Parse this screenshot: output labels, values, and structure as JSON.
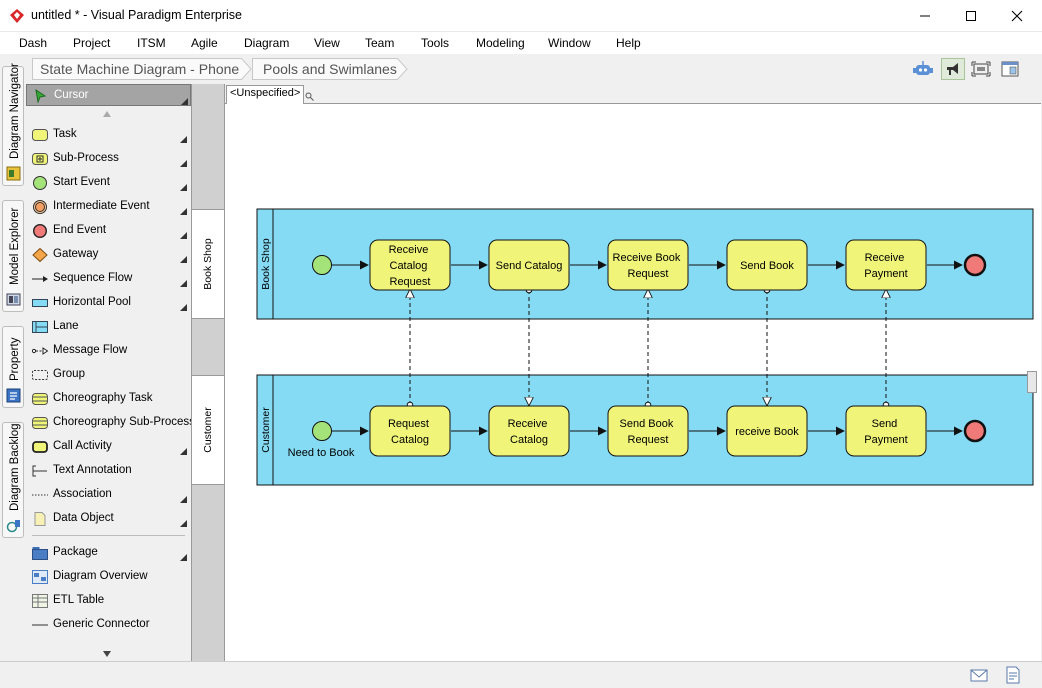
{
  "window": {
    "title": "untitled * - Visual Paradigm Enterprise"
  },
  "menu": [
    "Dash",
    "Project",
    "ITSM",
    "Agile",
    "Diagram",
    "View",
    "Team",
    "Tools",
    "Modeling",
    "Window",
    "Help"
  ],
  "breadcrumb": [
    "State Machine Diagram - Phone",
    "Pools and Swimlanes"
  ],
  "side_tabs": [
    "Diagram Navigator",
    "Model Explorer",
    "Property",
    "Diagram Backlog"
  ],
  "palette": {
    "cursor": "Cursor",
    "items": [
      "Task",
      "Sub-Process",
      "Start Event",
      "Intermediate Event",
      "End Event",
      "Gateway",
      "Sequence Flow",
      "Horizontal Pool",
      "Lane",
      "Message Flow",
      "Group",
      "Choreography Task",
      "Choreography Sub-Process",
      "Call Activity",
      "Text Annotation",
      "Association",
      "Data Object",
      "Package",
      "Diagram Overview",
      "ETL Table",
      "Generic Connector"
    ]
  },
  "lane_headers": [
    "Book Shop",
    "Customer"
  ],
  "canvas_tab": "<Unspecified>",
  "diagram": {
    "pool_top_name": "Book Shop",
    "pool_bottom_name": "Customer",
    "start_label": "Need to Book",
    "top_tasks": [
      [
        "Receive",
        "Catalog",
        "Request"
      ],
      [
        "Send Catalog"
      ],
      [
        "Receive Book",
        "Request"
      ],
      [
        "Send Book"
      ],
      [
        "Receive",
        "Payment"
      ]
    ],
    "bottom_tasks": [
      [
        "Request",
        "Catalog"
      ],
      [
        "Receive",
        "Catalog"
      ],
      [
        "Send Book",
        "Request"
      ],
      [
        "receive Book"
      ],
      [
        "Send",
        "Payment"
      ]
    ]
  },
  "colors": {
    "pool_fill": "#86dbf4",
    "task_fill": "#f0f57a",
    "start_fill": "#a4e37a",
    "end_fill": "#f07a78"
  }
}
